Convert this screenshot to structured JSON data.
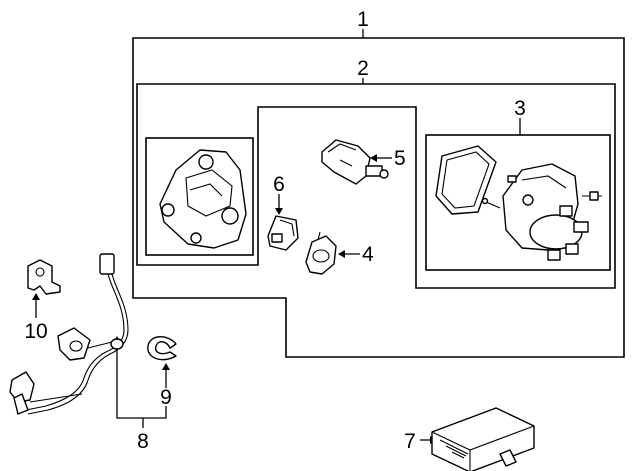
{
  "callouts": {
    "c1": "1",
    "c2": "2",
    "c3": "3",
    "c4": "4",
    "c5": "5",
    "c6": "6",
    "c7": "7",
    "c8": "8",
    "c9": "9",
    "c10": "10"
  },
  "parts": [
    {
      "callout": "1",
      "icon": "distributor-assembly-outline"
    },
    {
      "callout": "2",
      "icon": "distributor-subassembly-outline"
    },
    {
      "callout": "3",
      "icon": "distributor-cap-rotor-icon"
    },
    {
      "callout": "4",
      "icon": "rotor-icon"
    },
    {
      "callout": "5",
      "icon": "ignition-coil-icon"
    },
    {
      "callout": "6",
      "icon": "igniter-icon"
    },
    {
      "callout": "7",
      "icon": "control-module-icon"
    },
    {
      "callout": "8",
      "icon": "wiring-harness-icon"
    },
    {
      "callout": "9",
      "icon": "retaining-clip-icon"
    },
    {
      "callout": "10",
      "icon": "mounting-bracket-icon"
    }
  ],
  "colors": {
    "line": "#000000",
    "background": "#ffffff"
  }
}
